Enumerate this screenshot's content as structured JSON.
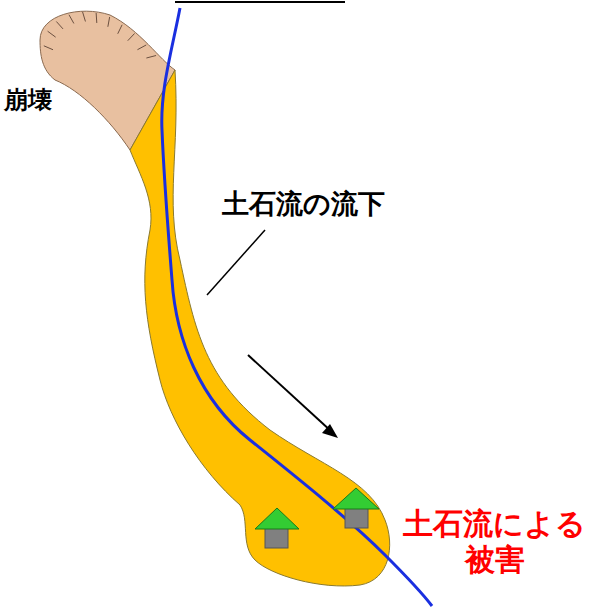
{
  "diagram": {
    "labels": [
      "崩壊",
      "土石流の流下",
      "土石流による 被害"
    ]
  }
}
